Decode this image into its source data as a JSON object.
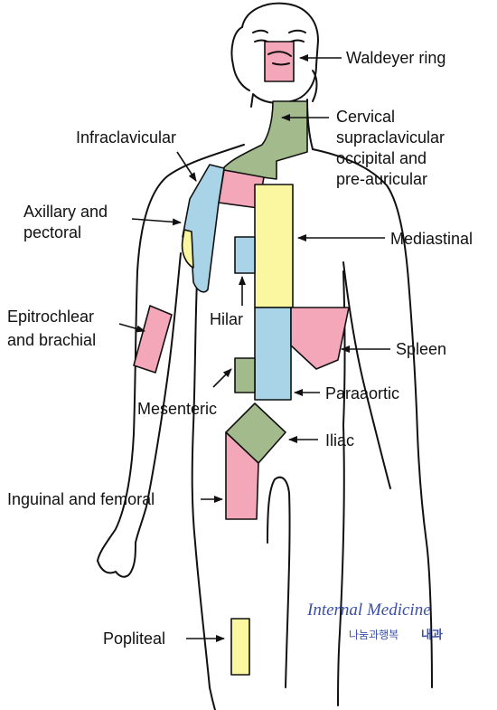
{
  "colors": {
    "pink": "#f4a7b9",
    "blue": "#a9d3e6",
    "yellow": "#fbf7a0",
    "green": "#a3bb8c",
    "watermark": "#3b4fa8"
  },
  "labels": {
    "waldeyer": "Waldeyer ring",
    "cervical_1": "Cervical",
    "cervical_2": "supraclavicular",
    "cervical_3": "occipital and",
    "cervical_4": "pre-auricular",
    "infraclavicular": "Infraclavicular",
    "axillary_1": "Axillary and",
    "axillary_2": "pectoral",
    "mediastinal": "Mediastinal",
    "epitrochlear_1": "Epitrochlear",
    "epitrochlear_2": "and brachial",
    "hilar": "Hilar",
    "spleen": "Spleen",
    "paraaortic": "Paraaortic",
    "mesenteric": "Mesenteric",
    "iliac": "Iliac",
    "inguinal": "Inguinal and femoral",
    "popliteal": "Popliteal"
  },
  "watermark": {
    "title": "Internal Medicine",
    "korean_small": "나눔과행복",
    "korean_bold": "내과"
  }
}
